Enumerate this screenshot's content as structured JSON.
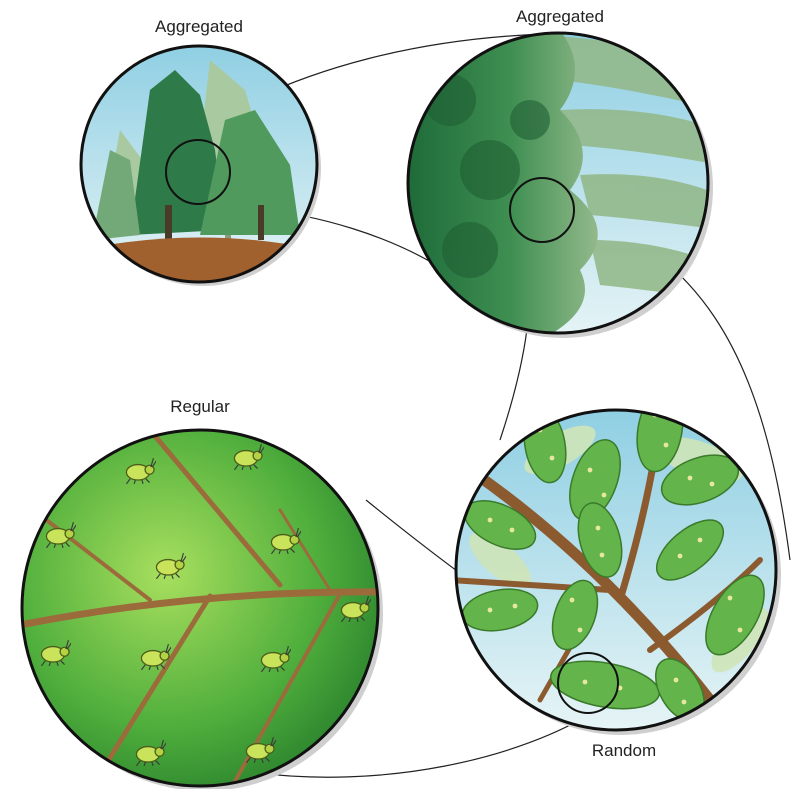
{
  "panels": {
    "forest": {
      "label": "Aggregated"
    },
    "foliage": {
      "label": "Aggregated"
    },
    "leaf": {
      "label": "Regular"
    },
    "branch": {
      "label": "Random"
    }
  },
  "colors": {
    "sky": "#bfe3ee",
    "tree_dark": "#2e7a48",
    "tree_mid": "#4f9a5c",
    "tree_light": "#a9c9a0",
    "soil": "#a0612f",
    "leaf_green": "#4fae3c",
    "vein": "#9b6b3c",
    "branch": "#8c5a2f",
    "aphid": "#c9e35a"
  }
}
